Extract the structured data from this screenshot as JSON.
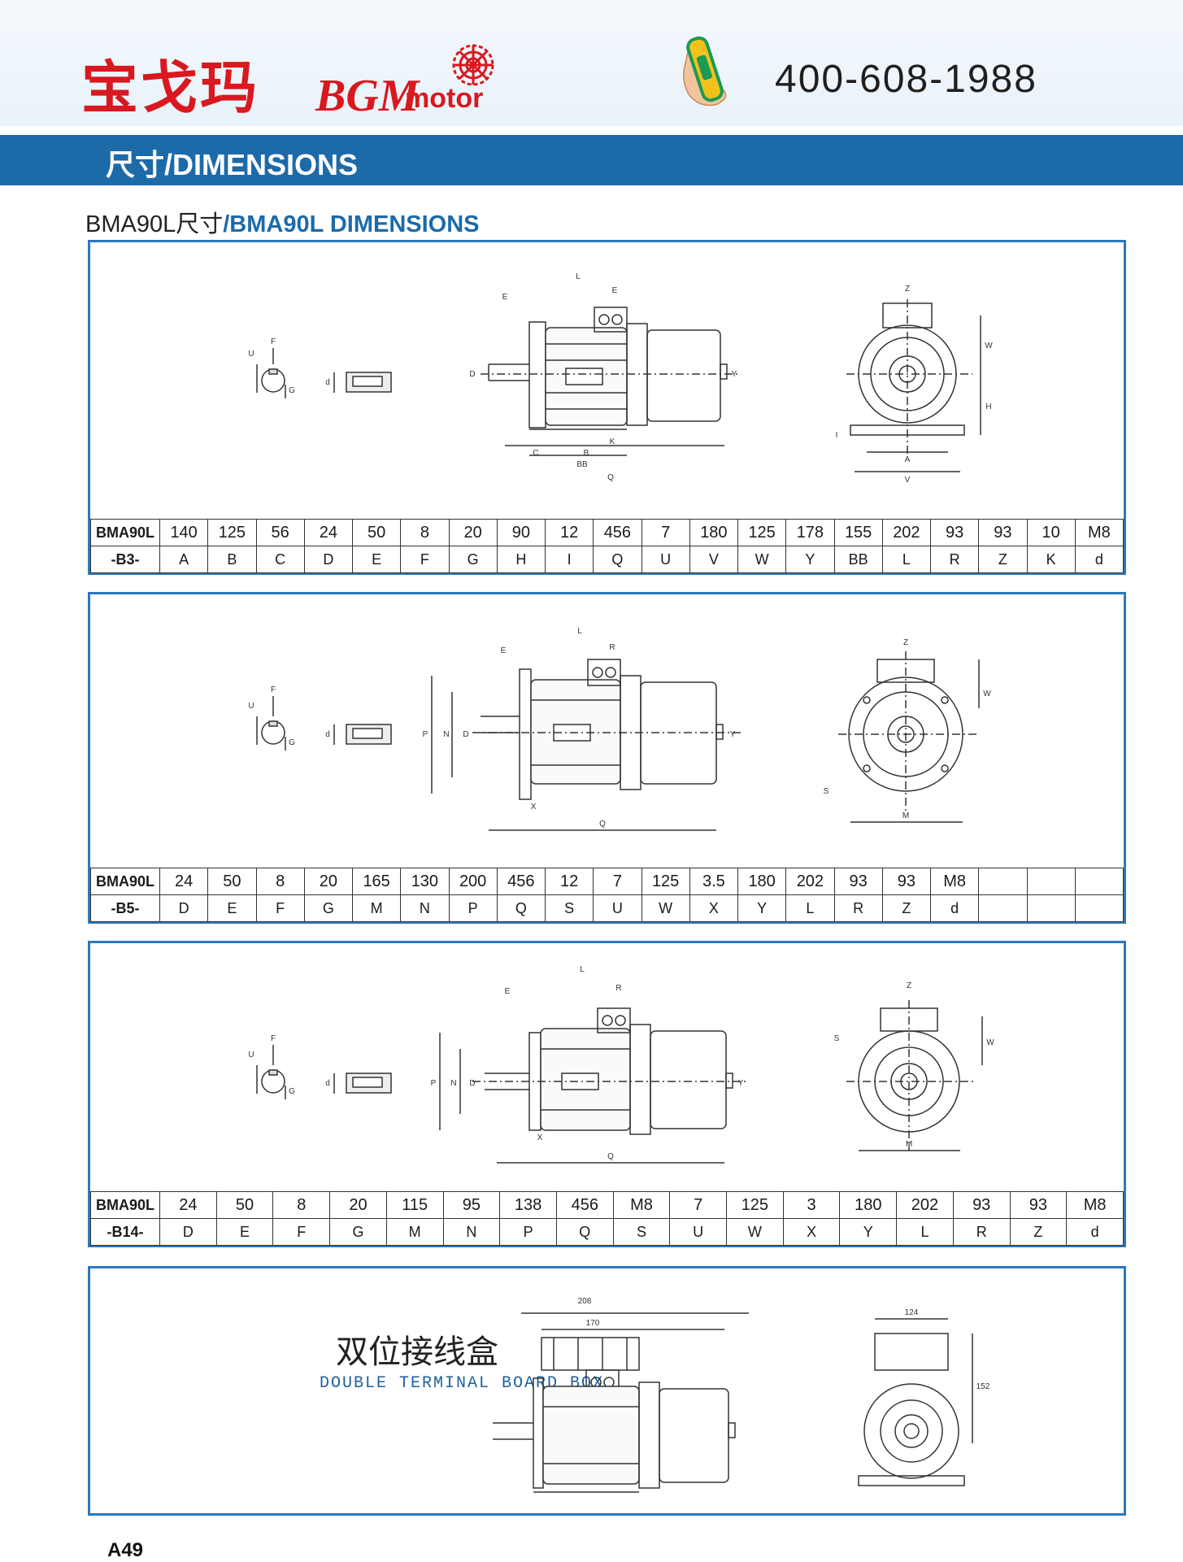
{
  "header": {
    "brand_cn": "宝戈玛",
    "brand_bgm": "BGM",
    "brand_motor": "motor",
    "phone": "400-608-1988",
    "icons": [
      "gear-logo-icon",
      "phone-handset-icon"
    ],
    "brand_color": "#d9181f"
  },
  "banner": {
    "title": "尺寸/DIMENSIONS",
    "color": "#1d6aa9"
  },
  "subtitle": {
    "cn": "BMA90L尺寸",
    "en": "/BMA90L DIMENSIONS"
  },
  "drawing_labels": {
    "b3": [
      "L",
      "E",
      "E",
      "D",
      "Y",
      "C",
      "B",
      "BB",
      "K",
      "Q",
      "Z",
      "W",
      "H",
      "A",
      "V",
      "I",
      "U",
      "F",
      "G",
      "d"
    ],
    "b5": [
      "L",
      "R",
      "E",
      "P",
      "N",
      "D",
      "Y",
      "X",
      "Q",
      "Z",
      "W",
      "S",
      "M",
      "U",
      "F",
      "G",
      "d"
    ],
    "b14": [
      "L",
      "R",
      "E",
      "P",
      "N",
      "D",
      "Y",
      "X",
      "Q",
      "Z",
      "W",
      "S",
      "M",
      "U",
      "F",
      "G",
      "d"
    ],
    "box": [
      "208",
      "170",
      "124",
      "152"
    ]
  },
  "tables": {
    "b3": {
      "model": "BMA90L",
      "variant": "-B3-",
      "values": [
        "140",
        "125",
        "56",
        "24",
        "50",
        "8",
        "20",
        "90",
        "12",
        "456",
        "7",
        "180",
        "125",
        "178",
        "155",
        "202",
        "93",
        "93",
        "10",
        "M8"
      ],
      "letters": [
        "A",
        "B",
        "C",
        "D",
        "E",
        "F",
        "G",
        "H",
        "I",
        "Q",
        "U",
        "V",
        "W",
        "Y",
        "BB",
        "L",
        "R",
        "Z",
        "K",
        "d"
      ]
    },
    "b5": {
      "model": "BMA90L",
      "variant": "-B5-",
      "values": [
        "24",
        "50",
        "8",
        "20",
        "165",
        "130",
        "200",
        "456",
        "12",
        "7",
        "125",
        "3.5",
        "180",
        "202",
        "93",
        "93",
        "M8",
        "",
        "",
        ""
      ],
      "letters": [
        "D",
        "E",
        "F",
        "G",
        "M",
        "N",
        "P",
        "Q",
        "S",
        "U",
        "W",
        "X",
        "Y",
        "L",
        "R",
        "Z",
        "d",
        "",
        "",
        ""
      ]
    },
    "b14": {
      "model": "BMA90L",
      "variant": "-B14-",
      "values": [
        "24",
        "50",
        "8",
        "20",
        "115",
        "95",
        "138",
        "456",
        "M8",
        "7",
        "125",
        "3",
        "180",
        "202",
        "93",
        "93",
        "M8"
      ],
      "letters": [
        "D",
        "E",
        "F",
        "G",
        "M",
        "N",
        "P",
        "Q",
        "S",
        "U",
        "W",
        "X",
        "Y",
        "L",
        "R",
        "Z",
        "d"
      ]
    }
  },
  "terminal_box": {
    "title_cn": "双位接线盒",
    "title_en": "DOUBLE TERMINAL BOARD BOX"
  },
  "page": {
    "number": "A49"
  }
}
